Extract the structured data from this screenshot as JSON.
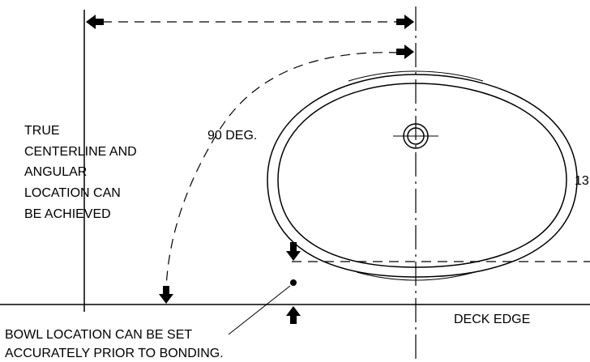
{
  "labels": {
    "centerline_note": [
      "TRUE",
      "CENTERLINE AND",
      "ANGULAR",
      "LOCATION CAN",
      "BE ACHIEVED"
    ],
    "angle": "90 DEG.",
    "dimension_cut": "13",
    "deck_edge": "DECK EDGE",
    "bowl_note": [
      "BOWL LOCATION CAN BE SET",
      "ACCURATELY PRIOR TO BONDING."
    ]
  },
  "colors": {
    "line": "#000000",
    "background": "#ffffff"
  }
}
